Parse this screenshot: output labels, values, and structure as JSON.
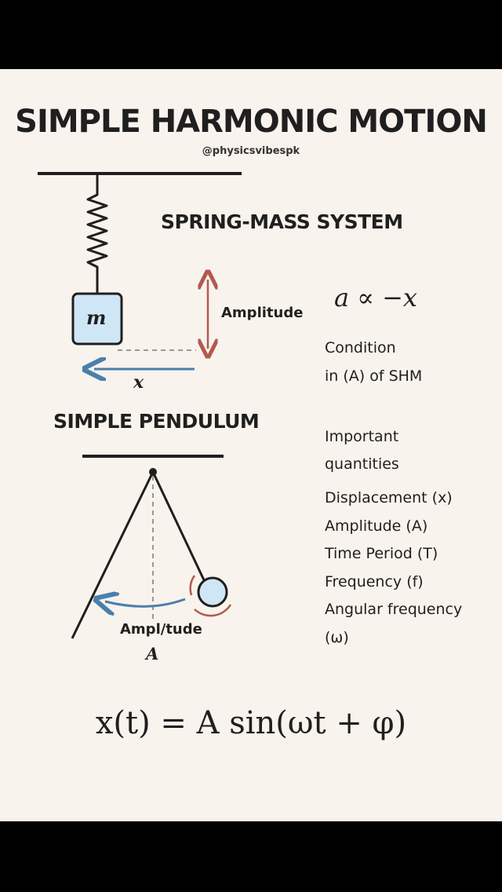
{
  "title": "SIMPLE HARMONIC MOTION",
  "handle": "@physicsvibespk",
  "spring": {
    "heading": "SPRING-MASS SYSTEM",
    "mass_label": "m",
    "amplitude_label": "Amplitude",
    "x_label": "x"
  },
  "condition": {
    "relation": "a ∝ −x",
    "line1": "Condition",
    "line2": "in (A) of SHM"
  },
  "pendulum": {
    "heading": "SIMPLE PENDULUM",
    "amplitude_label": "Ampl/tude",
    "amplitude_symbol": "A"
  },
  "quantities": {
    "heading_line1": "Important",
    "heading_line2": "quantities",
    "items": [
      "Displacement (x)",
      "Amplitude (A)",
      "Time Period (T)",
      "Frequency (f)",
      "Angular frequency",
      "(ω)"
    ]
  },
  "equation": "x(t) = A sin(ωt + φ)",
  "colors": {
    "background": "#f8f3ec",
    "ink": "#1f1f1f",
    "mass_fill": "#cfe6f7",
    "amplitude_arrow": "#b05a50",
    "x_arrow": "#4a7fae",
    "dashed": "#999999"
  }
}
